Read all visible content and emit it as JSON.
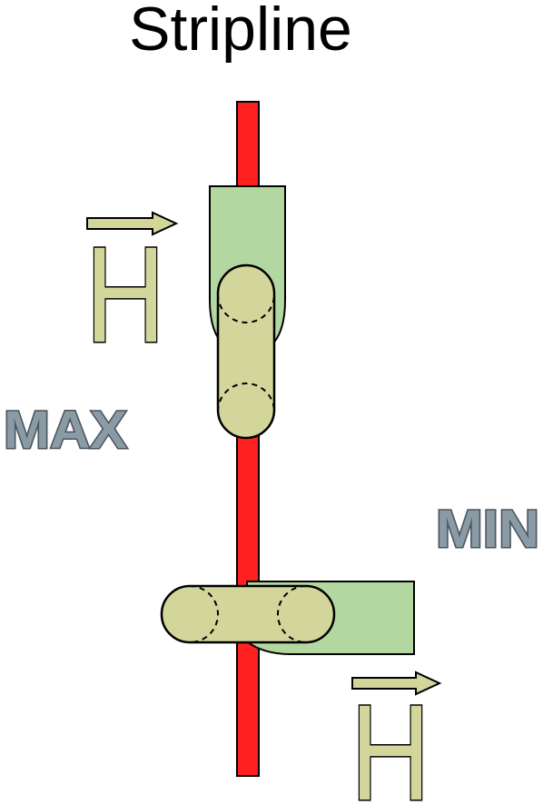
{
  "title": "Stripline",
  "labels": {
    "max": "MAX",
    "min": "MIN",
    "field_symbol": "H"
  },
  "colors": {
    "stripline": "#ff2020",
    "field_region": "#b3d7a0",
    "rod_fill": "#d3d69a",
    "label_fill": "#8a9ba6",
    "outline": "#000000"
  },
  "icons": {
    "vector_arrow": "right-arrow-icon"
  }
}
